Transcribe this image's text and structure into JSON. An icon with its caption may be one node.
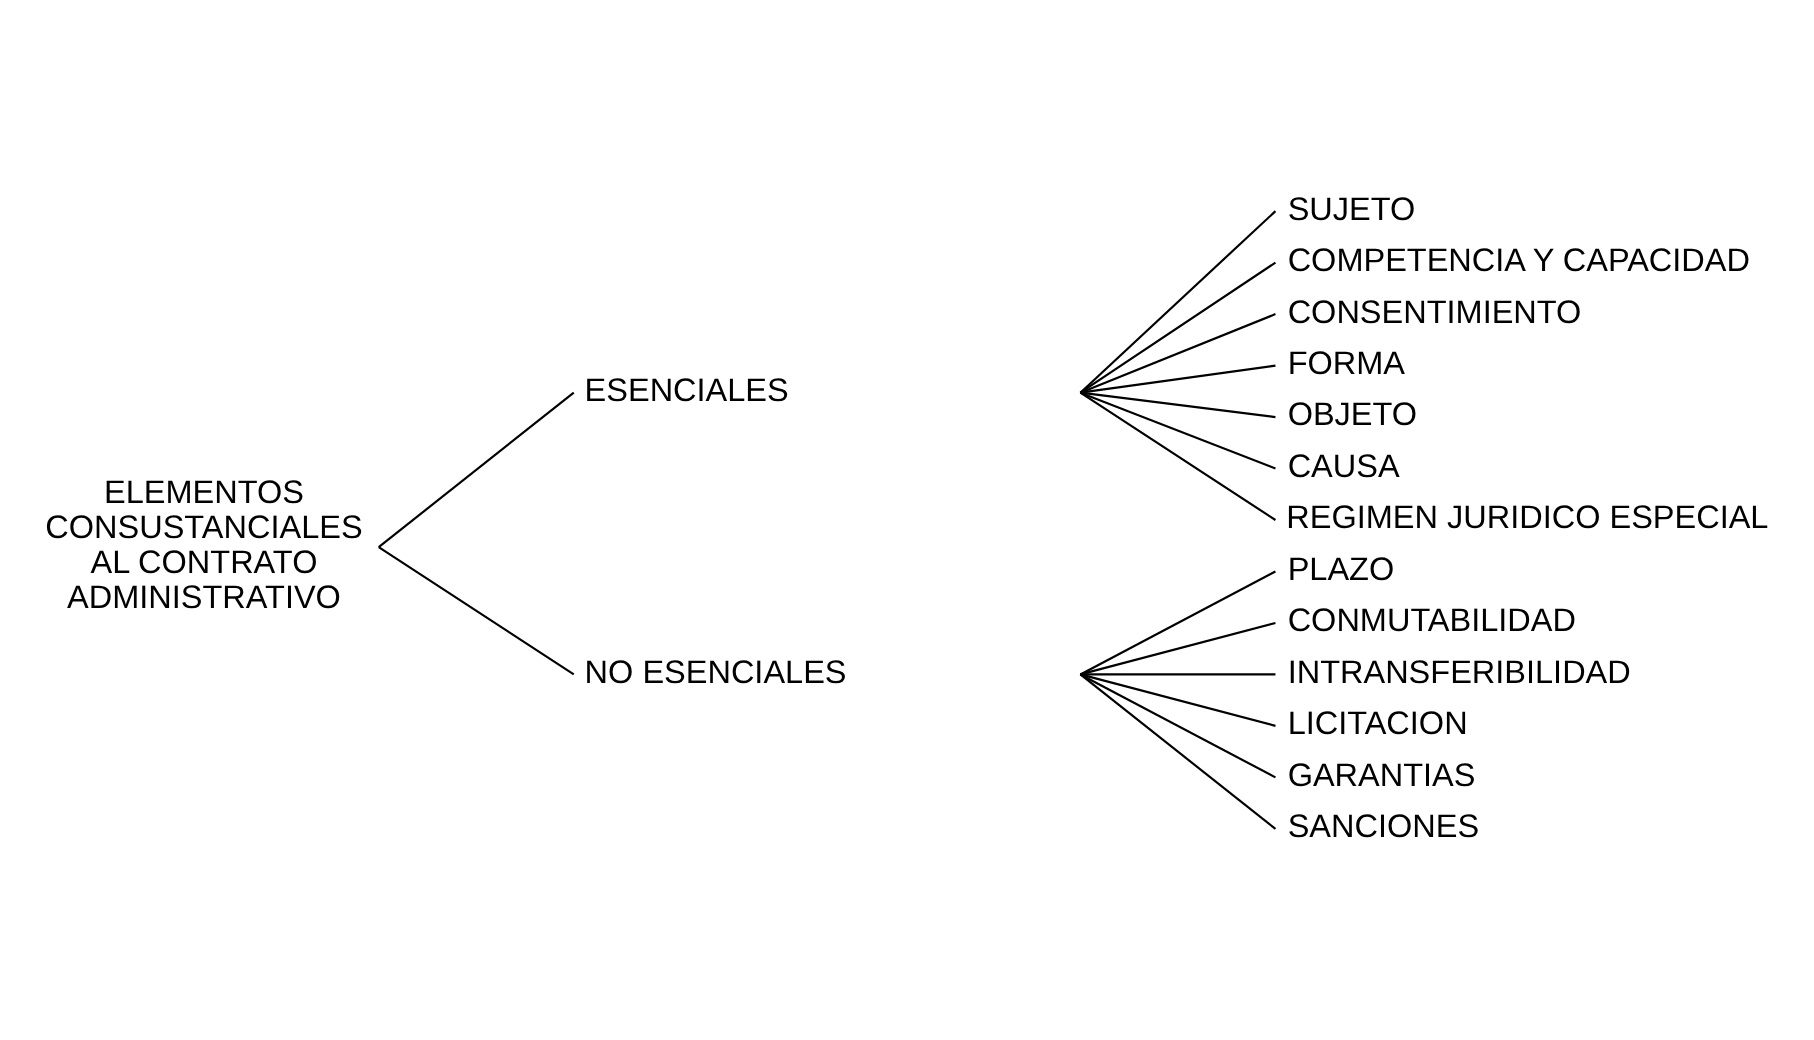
{
  "diagram": {
    "nodes": [
      {
        "text": [
          "ELEMENTOS CONSUSTANCIALES AL CONTRATO ADMINISTRATIVO"
        ]
      },
      {
        "text": [
          "ESENCIALES"
        ]
      },
      {
        "text": [
          "NO ESENCIALES"
        ]
      },
      {
        "text": [
          "SUJETO"
        ]
      },
      {
        "text": [
          "COMPETENCIA Y CAPACIDAD"
        ]
      },
      {
        "text": [
          "CONSENTIMIENTO"
        ]
      },
      {
        "text": [
          "FORMA"
        ]
      },
      {
        "text": [
          "OBJETO"
        ]
      },
      {
        "text": [
          "CAUSA"
        ]
      },
      {
        "text": [
          "REGIMEN JURIDICO ESPECIAL"
        ]
      },
      {
        "text": [
          "PLAZO"
        ]
      },
      {
        "text": [
          "CONMUTABILIDAD"
        ]
      },
      {
        "text": [
          "INTRANSFERIBILIDAD"
        ]
      },
      {
        "text": [
          "LICITACION"
        ]
      },
      {
        "text": [
          "GARANTIAS"
        ]
      },
      {
        "text": [
          "SANCIONES"
        ]
      }
    ],
    "edges": [
      {
        "from": 0,
        "to": 1,
        "arrow": "none"
      },
      {
        "from": 0,
        "to": 2,
        "arrow": "none"
      },
      {
        "from": 1,
        "to": 3,
        "arrow": "none"
      },
      {
        "from": 1,
        "to": 4,
        "arrow": "none"
      },
      {
        "from": 1,
        "to": 5,
        "arrow": "none"
      },
      {
        "from": 1,
        "to": 6,
        "arrow": "none"
      },
      {
        "from": 1,
        "to": 7,
        "arrow": "none"
      },
      {
        "from": 1,
        "to": 8,
        "arrow": "none"
      },
      {
        "from": 1,
        "to": 9,
        "arrow": "none"
      },
      {
        "from": 2,
        "to": 10,
        "arrow": "none"
      },
      {
        "from": 2,
        "to": 11,
        "arrow": "none"
      },
      {
        "from": 2,
        "to": 12,
        "arrow": "none"
      },
      {
        "from": 2,
        "to": 13,
        "arrow": "none"
      },
      {
        "from": 2,
        "to": 14,
        "arrow": "none"
      },
      {
        "from": 2,
        "to": 15,
        "arrow": "none"
      }
    ]
  }
}
